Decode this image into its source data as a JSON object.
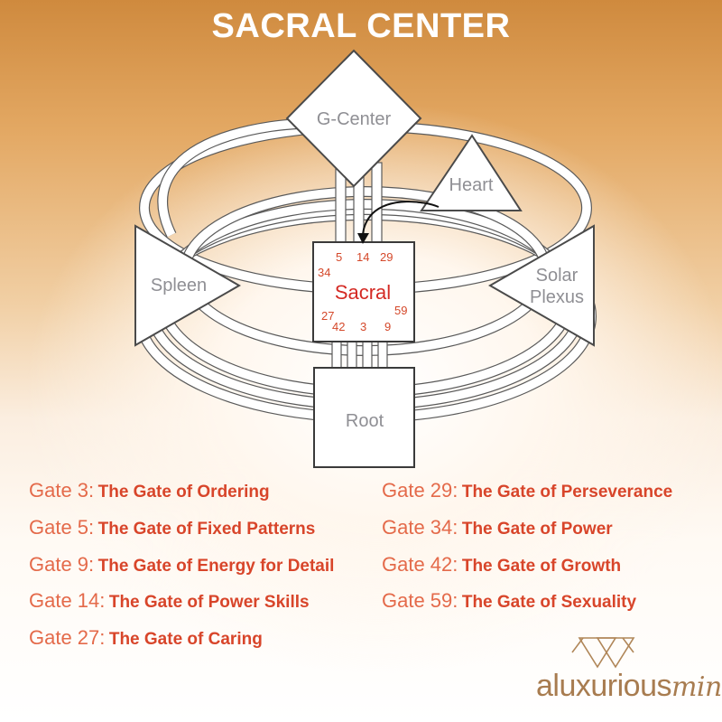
{
  "title": "SACRAL CENTER",
  "centers": {
    "g_center": "G-Center",
    "heart": "Heart",
    "spleen": "Spleen",
    "solar_plexus_line1": "Solar",
    "solar_plexus_line2": "Plexus",
    "sacral": "Sacral",
    "root": "Root"
  },
  "sacral_gates": {
    "g5": "5",
    "g14": "14",
    "g29": "29",
    "g34": "34",
    "g59": "59",
    "g27": "27",
    "g42": "42",
    "g3": "3",
    "g9": "9"
  },
  "gate_list_left": [
    {
      "prefix": "Gate 3:",
      "name": "The Gate of Ordering"
    },
    {
      "prefix": "Gate 5:",
      "name": "The Gate of Fixed Patterns"
    },
    {
      "prefix": "Gate 9:",
      "name": "The Gate of Energy for Detail"
    },
    {
      "prefix": "Gate 14:",
      "name": "The Gate of Power Skills"
    },
    {
      "prefix": "Gate 27:",
      "name": "The Gate of Caring"
    }
  ],
  "gate_list_right": [
    {
      "prefix": "Gate 29:",
      "name": "The Gate of Perseverance"
    },
    {
      "prefix": "Gate 34:",
      "name": "The Gate of Power"
    },
    {
      "prefix": "Gate 42:",
      "name": "The Gate of Growth"
    },
    {
      "prefix": "Gate 59:",
      "name": "The Gate of Sexuality"
    }
  ],
  "logo": {
    "word_main": "aluxurious",
    "word_accent": "mind"
  },
  "colors": {
    "accent": "#d8452a",
    "center_label": "#8f8f94",
    "sacral_label": "#d42a24",
    "logo": "#a87c50"
  }
}
